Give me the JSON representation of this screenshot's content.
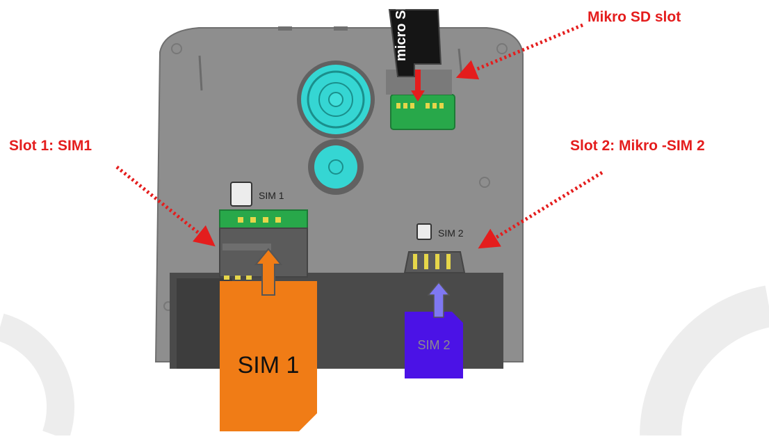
{
  "callouts": {
    "sd_slot": "Mikro SD slot",
    "slot1": "Slot 1: SIM1",
    "slot2": "Slot 2: Mikro -SIM 2"
  },
  "device_labels": {
    "sim1_slot_label": "SIM 1",
    "sim2_slot_label": "SIM 2",
    "microsd_card_text": "micro SD"
  },
  "cards": {
    "sim1_card_label": "SIM 1",
    "sim2_card_label": "SIM 2"
  },
  "colors": {
    "callout_red": "#e41d1d",
    "body_gray": "#8e8e8e",
    "lens_cyan": "#35d6d3",
    "sim1_orange": "#f07c16",
    "sim2_blue": "#4b12e6",
    "contact_green": "#28a84a"
  }
}
